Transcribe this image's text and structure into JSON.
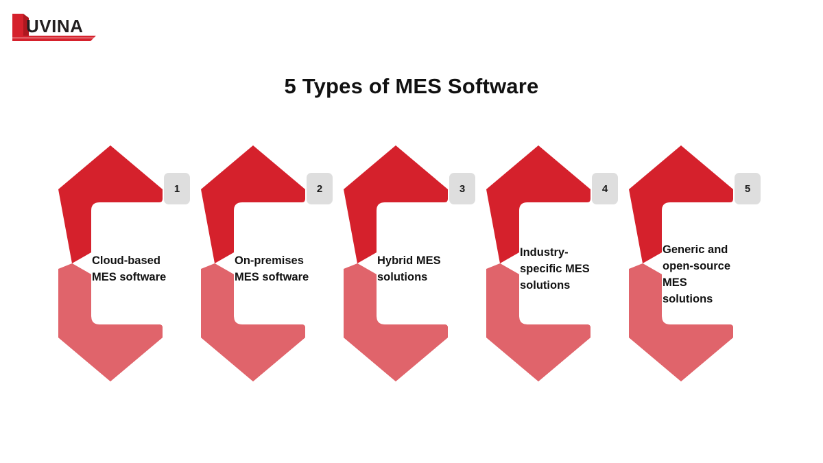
{
  "brand": {
    "name": "LUVINA",
    "logo_text": "UVINA",
    "logo_mark": "luvina-l-mark",
    "accent_color": "#D5212C"
  },
  "header": {
    "title": "5 Types of MES Software"
  },
  "theme": {
    "background": "#FFFFFF",
    "arrow_top_color": "#D5212C",
    "arrow_bottom_color": "#E0646B",
    "badge_background": "#DEDEDE",
    "text_color": "#111111"
  },
  "diagram": {
    "type": "bracket-arrow-list",
    "count": 5,
    "steps": [
      {
        "number": "1",
        "label": "Cloud-based MES software",
        "lines": [
          "Cloud-based",
          "MES software"
        ]
      },
      {
        "number": "2",
        "label": "On-premises MES software",
        "lines": [
          "On-premises",
          "MES software"
        ]
      },
      {
        "number": "3",
        "label": "Hybrid MES solutions",
        "lines": [
          "Hybrid MES",
          "solutions"
        ]
      },
      {
        "number": "4",
        "label": "Industry-specific MES solutions",
        "lines": [
          "Industry-",
          "specific MES",
          "solutions"
        ]
      },
      {
        "number": "5",
        "label": "Generic and open-source MES solutions",
        "lines": [
          "Generic and",
          "open-source",
          "MES",
          "solutions"
        ]
      }
    ]
  }
}
